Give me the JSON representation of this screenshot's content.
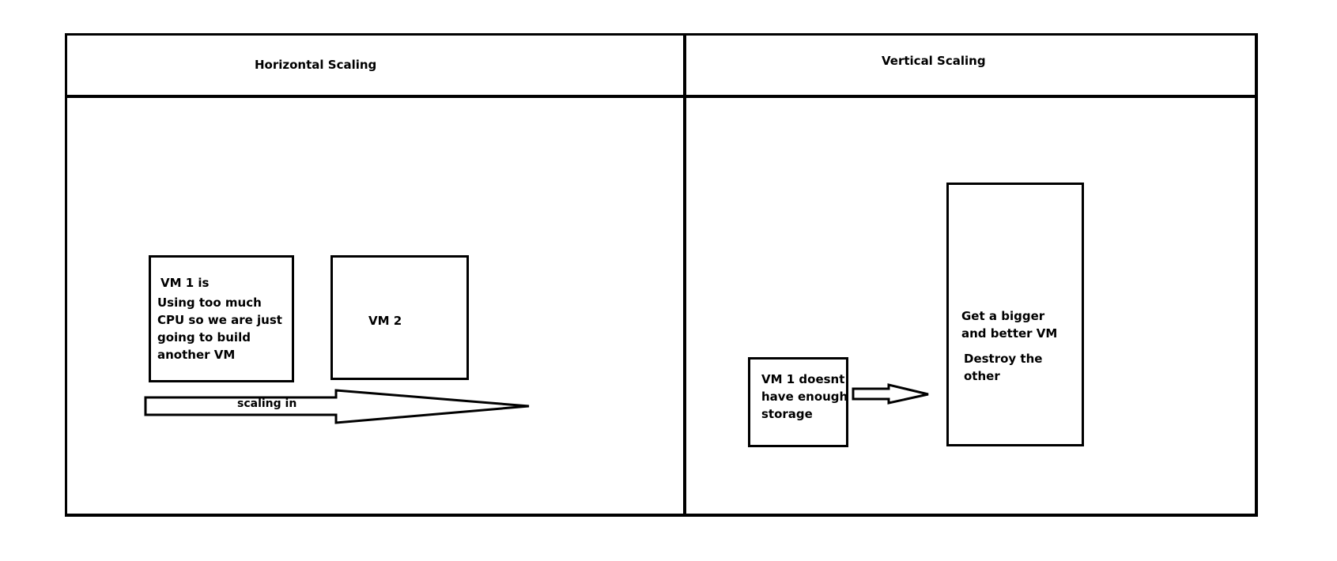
{
  "horizontal": {
    "title": "Horizontal Scaling",
    "vm1_text": "VM 1 is",
    "vm1_text_2": "Using too much\nCPU so we are just\ngoing to build\nanother VM",
    "vm2_text": "VM 2",
    "arrow_label": "scaling in"
  },
  "vertical": {
    "title": "Vertical Scaling",
    "vm1_text": "VM 1 doesnt\nhave enough\nstorage",
    "big_vm_text": "Get a bigger\nand better VM",
    "big_vm_text_2": "Destroy the\nother"
  }
}
